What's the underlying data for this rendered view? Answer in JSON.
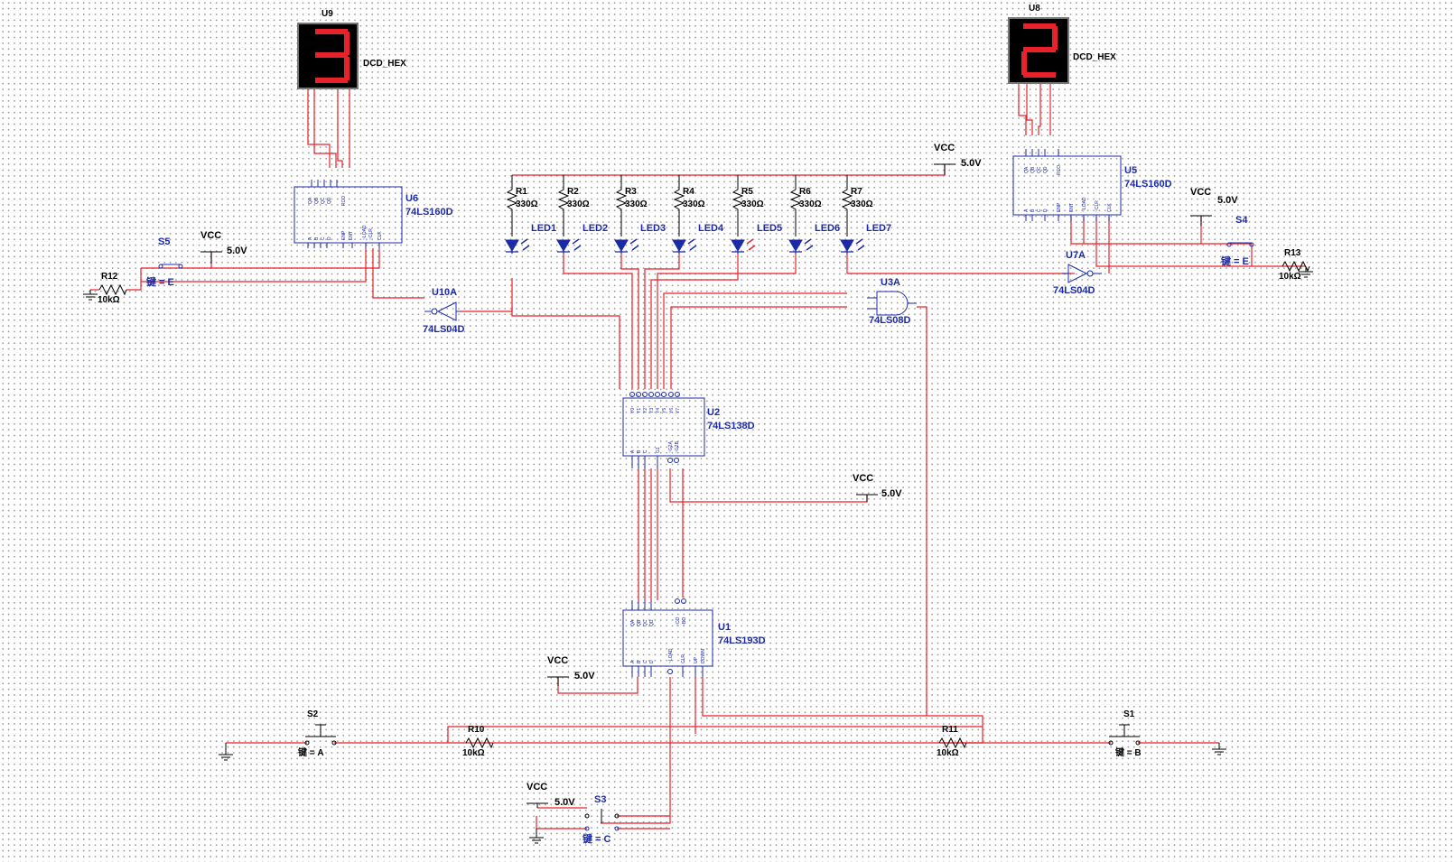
{
  "displays": [
    {
      "ref": "U9",
      "type": "DCD_HEX",
      "digit": "3"
    },
    {
      "ref": "U8",
      "type": "DCD_HEX",
      "digit": "2"
    }
  ],
  "counters": [
    {
      "ref": "U6",
      "type": "74LS160D"
    },
    {
      "ref": "U5",
      "type": "74LS160D"
    }
  ],
  "decoder": {
    "ref": "U2",
    "type": "74LS138D"
  },
  "updown_counter": {
    "ref": "U1",
    "type": "74LS193D"
  },
  "inverters": [
    {
      "ref": "U10A",
      "type": "74LS04D"
    },
    {
      "ref": "U7A",
      "type": "74LS04D"
    }
  ],
  "and_gate": {
    "ref": "U3A",
    "type": "74LS08D"
  },
  "resistors": [
    {
      "ref": "R1",
      "value": "330Ω"
    },
    {
      "ref": "R2",
      "value": "330Ω"
    },
    {
      "ref": "R3",
      "value": "330Ω"
    },
    {
      "ref": "R4",
      "value": "330Ω"
    },
    {
      "ref": "R5",
      "value": "330Ω"
    },
    {
      "ref": "R6",
      "value": "330Ω"
    },
    {
      "ref": "R7",
      "value": "330Ω"
    },
    {
      "ref": "R12",
      "value": "10kΩ"
    },
    {
      "ref": "R13",
      "value": "10kΩ"
    },
    {
      "ref": "R10",
      "value": "10kΩ"
    },
    {
      "ref": "R11",
      "value": "10kΩ"
    }
  ],
  "leds": [
    "LED1",
    "LED2",
    "LED3",
    "LED4",
    "LED5",
    "LED6",
    "LED7"
  ],
  "switches": [
    {
      "ref": "S5",
      "key": "键 = E"
    },
    {
      "ref": "S4",
      "key": "键 = E"
    },
    {
      "ref": "S2",
      "key": "键 = A"
    },
    {
      "ref": "S1",
      "key": "键 = B"
    },
    {
      "ref": "S3",
      "key": "键 = C"
    }
  ],
  "supply": {
    "name": "VCC",
    "voltage": "5.0V"
  },
  "pins": {
    "u160_top": [
      "QA",
      "QB",
      "QC",
      "QD",
      "RCO"
    ],
    "u160_bottom": [
      "A",
      "B",
      "C",
      "D",
      "ENP",
      "ENT",
      "~LOAD",
      "~CLR",
      "CLK"
    ],
    "u138_top": [
      "Y0",
      "Y1",
      "Y2",
      "Y3",
      "Y4",
      "Y5",
      "Y6",
      "Y7"
    ],
    "u138_bottom": [
      "A",
      "B",
      "C",
      "G1",
      "~G2A",
      "~G2B"
    ],
    "u193_top": [
      "QA",
      "QB",
      "QC",
      "QD",
      "~CO",
      "~BO"
    ],
    "u193_bottom": [
      "A",
      "B",
      "C",
      "D",
      "~LOAD",
      "CLR",
      "UP",
      "DOWN"
    ]
  },
  "colors": {
    "wire": "#e8212a",
    "part": "#1c2aa8",
    "display_bg": "#000000",
    "segment": "#e8212a",
    "led": "#1c2aa8",
    "led_lit": "#e8212a"
  }
}
